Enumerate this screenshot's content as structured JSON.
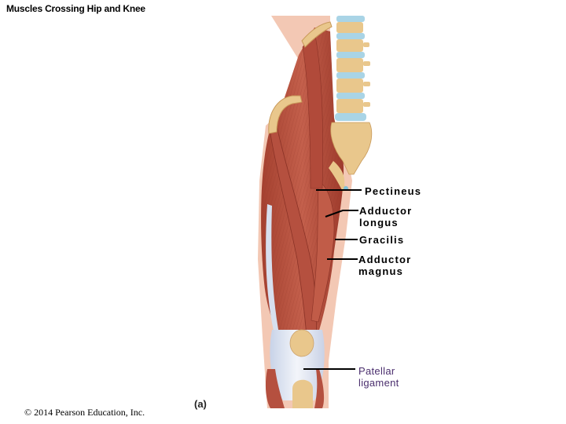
{
  "title": "Muscles Crossing Hip and Knee",
  "labels": [
    {
      "id": "pectineus",
      "lines": [
        "Pectineus"
      ],
      "color": "#000000"
    },
    {
      "id": "adductor-longus",
      "lines": [
        "Adductor",
        "longus"
      ],
      "color": "#000000"
    },
    {
      "id": "gracilis",
      "lines": [
        "Gracilis"
      ],
      "color": "#000000"
    },
    {
      "id": "adductor-magnus",
      "lines": [
        "Adductor",
        "magnus"
      ],
      "color": "#000000"
    },
    {
      "id": "patellar-ligament",
      "lines": [
        "Patellar",
        "ligament"
      ],
      "color": "#4b2f6e"
    }
  ],
  "panel_label": "(a)",
  "copyright": "© 2014 Pearson Education, Inc.",
  "colors": {
    "muscle": "#b8503f",
    "muscle_dark": "#8f3328",
    "skin": "#f3c8b4",
    "bone": "#e9c78c",
    "disc": "#a9d4e6",
    "tendon": "#dfe6f2"
  }
}
